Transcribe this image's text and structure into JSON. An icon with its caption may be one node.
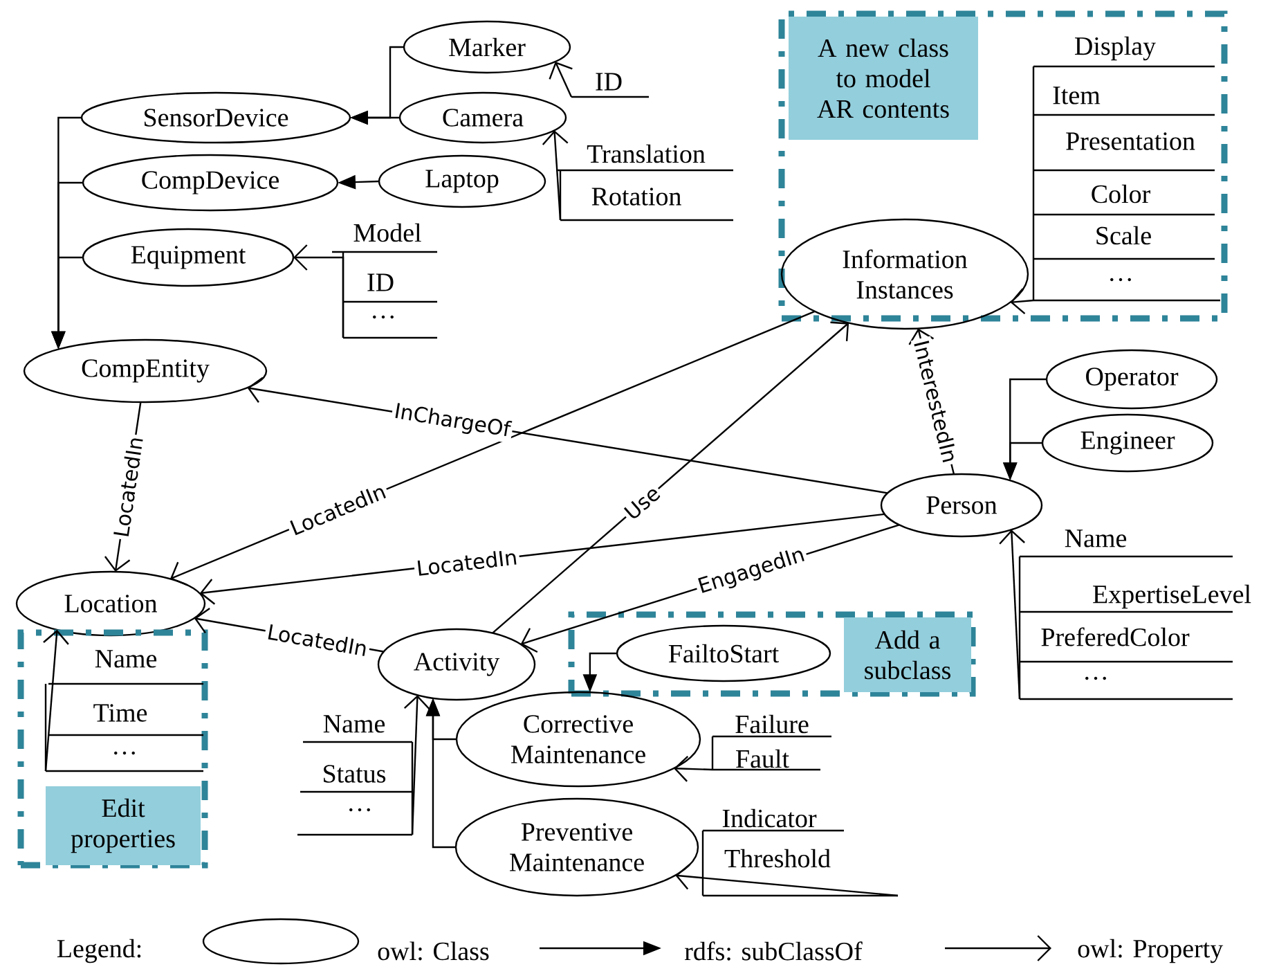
{
  "diagram": {
    "nodes": [
      {
        "text": [
          "Marker"
        ]
      },
      {
        "text": [
          "SensorDevice"
        ]
      },
      {
        "text": [
          "Camera"
        ]
      },
      {
        "text": [
          "ID"
        ]
      },
      {
        "text": [
          "Translation",
          "Rotation"
        ]
      },
      {
        "text": [
          "CompDevice"
        ]
      },
      {
        "text": [
          "Laptop"
        ]
      },
      {
        "text": [
          "Equipment"
        ]
      },
      {
        "text": [
          "Model",
          "ID",
          "…"
        ]
      },
      {
        "text": [],
        "shape": "box"
      },
      {
        "text": [
          "A new class to model AR contents"
        ],
        "in": 9
      },
      {
        "text": [
          "Display",
          "Item",
          "Presentation",
          "Color",
          "Scale",
          "…"
        ],
        "in": 9
      },
      {
        "text": [
          "Information Instances"
        ]
      },
      {
        "text": [
          "CompEntity"
        ]
      },
      {
        "text": [
          "Operator"
        ]
      },
      {
        "text": [
          "Engineer"
        ]
      },
      {
        "text": [
          "Person"
        ]
      },
      {
        "text": [
          "Name",
          "ExpertiseLevel",
          "PreferedColor",
          "…"
        ]
      },
      {
        "text": [
          "Location"
        ]
      },
      {
        "text": [],
        "shape": "box"
      },
      {
        "text": [
          "Name",
          "Time",
          "…"
        ],
        "in": 19
      },
      {
        "text": [
          "Edit properties"
        ],
        "in": 19
      },
      {
        "text": [
          "Activity"
        ]
      },
      {
        "text": [],
        "shape": "box"
      },
      {
        "text": [
          "FailtoStart"
        ],
        "in": 23
      },
      {
        "text": [
          "Add a subclass"
        ],
        "in": 23
      },
      {
        "text": [
          "Name",
          "Status",
          "…"
        ]
      },
      {
        "text": [
          "Corrective Maintenance"
        ]
      },
      {
        "text": [
          "Failure",
          "Fault"
        ]
      },
      {
        "text": [
          "Preventive Maintenance"
        ]
      },
      {
        "text": [
          "Indicator",
          "Threshold"
        ]
      }
    ],
    "edges": [
      {
        "from": 0,
        "to": 1,
        "arrow": "to"
      },
      {
        "from": 2,
        "to": 1,
        "arrow": "to"
      },
      {
        "from": 3,
        "to": 0,
        "arrow": "to"
      },
      {
        "from": 4,
        "to": 2,
        "arrow": "to"
      },
      {
        "from": 6,
        "to": 5,
        "arrow": "to"
      },
      {
        "from": 1,
        "to": 13,
        "arrow": "to"
      },
      {
        "from": 5,
        "to": 13,
        "arrow": "to"
      },
      {
        "from": 7,
        "to": 13,
        "arrow": "to"
      },
      {
        "from": 8,
        "to": 7,
        "arrow": "to"
      },
      {
        "from": 11,
        "to": 12,
        "arrow": "to"
      },
      {
        "from": 14,
        "to": 16,
        "arrow": "to"
      },
      {
        "from": 15,
        "to": 16,
        "arrow": "to"
      },
      {
        "from": 17,
        "to": 16,
        "arrow": "to"
      },
      {
        "from": 13,
        "to": 18,
        "arrow": "to",
        "label": "LocatedIn"
      },
      {
        "from": 16,
        "to": 13,
        "arrow": "to",
        "label": "InChargeOf"
      },
      {
        "from": 12,
        "to": 18,
        "arrow": "to",
        "label": "LocatedIn"
      },
      {
        "from": 16,
        "to": 18,
        "arrow": "to",
        "label": "LocatedIn"
      },
      {
        "from": 22,
        "to": 18,
        "arrow": "to",
        "label": "LocatedIn"
      },
      {
        "from": 22,
        "to": 12,
        "arrow": "to",
        "label": "Use"
      },
      {
        "from": 16,
        "to": 12,
        "arrow": "to",
        "label": "InterestedIn"
      },
      {
        "from": 16,
        "to": 22,
        "arrow": "to",
        "label": "EngagedIn"
      },
      {
        "from": 20,
        "to": 18,
        "arrow": "to"
      },
      {
        "from": 26,
        "to": 22,
        "arrow": "to"
      },
      {
        "from": 24,
        "to": 27,
        "arrow": "to"
      },
      {
        "from": 27,
        "to": 22,
        "arrow": "to"
      },
      {
        "from": 29,
        "to": 22,
        "arrow": "to"
      },
      {
        "from": 28,
        "to": 27,
        "arrow": "to"
      },
      {
        "from": 30,
        "to": 29,
        "arrow": "to"
      }
    ],
    "labels": [
      "Legend:"
    ],
    "legend": [
      {
        "text": "owl: Class"
      },
      {
        "text": "rdfs: subClassOf"
      },
      {
        "text": "owl: Property"
      }
    ]
  }
}
